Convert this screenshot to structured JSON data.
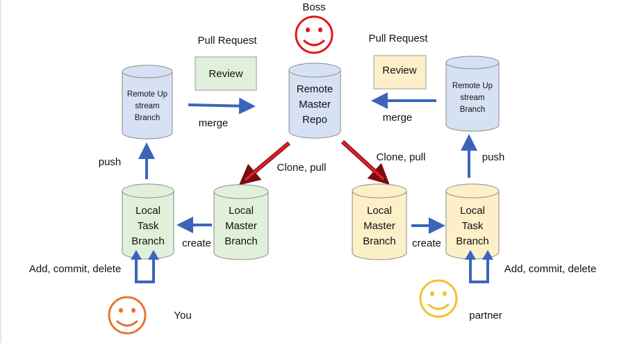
{
  "boss": {
    "label": "Boss",
    "color": "#e8141a"
  },
  "you": {
    "label": "You",
    "color": "#e8752f"
  },
  "partner": {
    "label": "partner",
    "color": "#f2c12e"
  },
  "remote_master": {
    "lines": [
      "Remote",
      "Master",
      "Repo"
    ]
  },
  "left_upstream": {
    "lines": [
      "Remote Up",
      "stream",
      "Branch"
    ]
  },
  "right_upstream": {
    "lines": [
      "Remote Up",
      "stream",
      "Branch"
    ]
  },
  "left_pr": {
    "title": "Pull Request",
    "review": "Review"
  },
  "right_pr": {
    "title": "Pull Request",
    "review": "Review"
  },
  "left_local_task": {
    "lines": [
      "Local",
      "Task",
      "Branch"
    ]
  },
  "left_local_master": {
    "lines": [
      "Local",
      "Master",
      "Branch"
    ]
  },
  "right_local_master": {
    "lines": [
      "Local",
      "Master",
      "Branch"
    ]
  },
  "right_local_task": {
    "lines": [
      "Local",
      "Task",
      "Branch"
    ]
  },
  "labels": {
    "merge_left": "merge",
    "merge_right": "merge",
    "push_left": "push",
    "push_right": "push",
    "clone_left": "Clone, pull",
    "clone_right": "Clone, pull",
    "create_left": "create",
    "create_right": "create",
    "acd_left": "Add, commit, delete",
    "acd_right": "Add, commit, delete"
  },
  "colors": {
    "blue_fill": "#d6e1f3",
    "green_fill": "#e1f0da",
    "yellow_fill": "#fdefc8",
    "cyl_stroke": "#8a8a8a",
    "arrow_blue": "#3b65b8",
    "arrow_red": "#e0202a",
    "review_green": "#e1f0da",
    "review_yellow": "#fdefc8"
  }
}
